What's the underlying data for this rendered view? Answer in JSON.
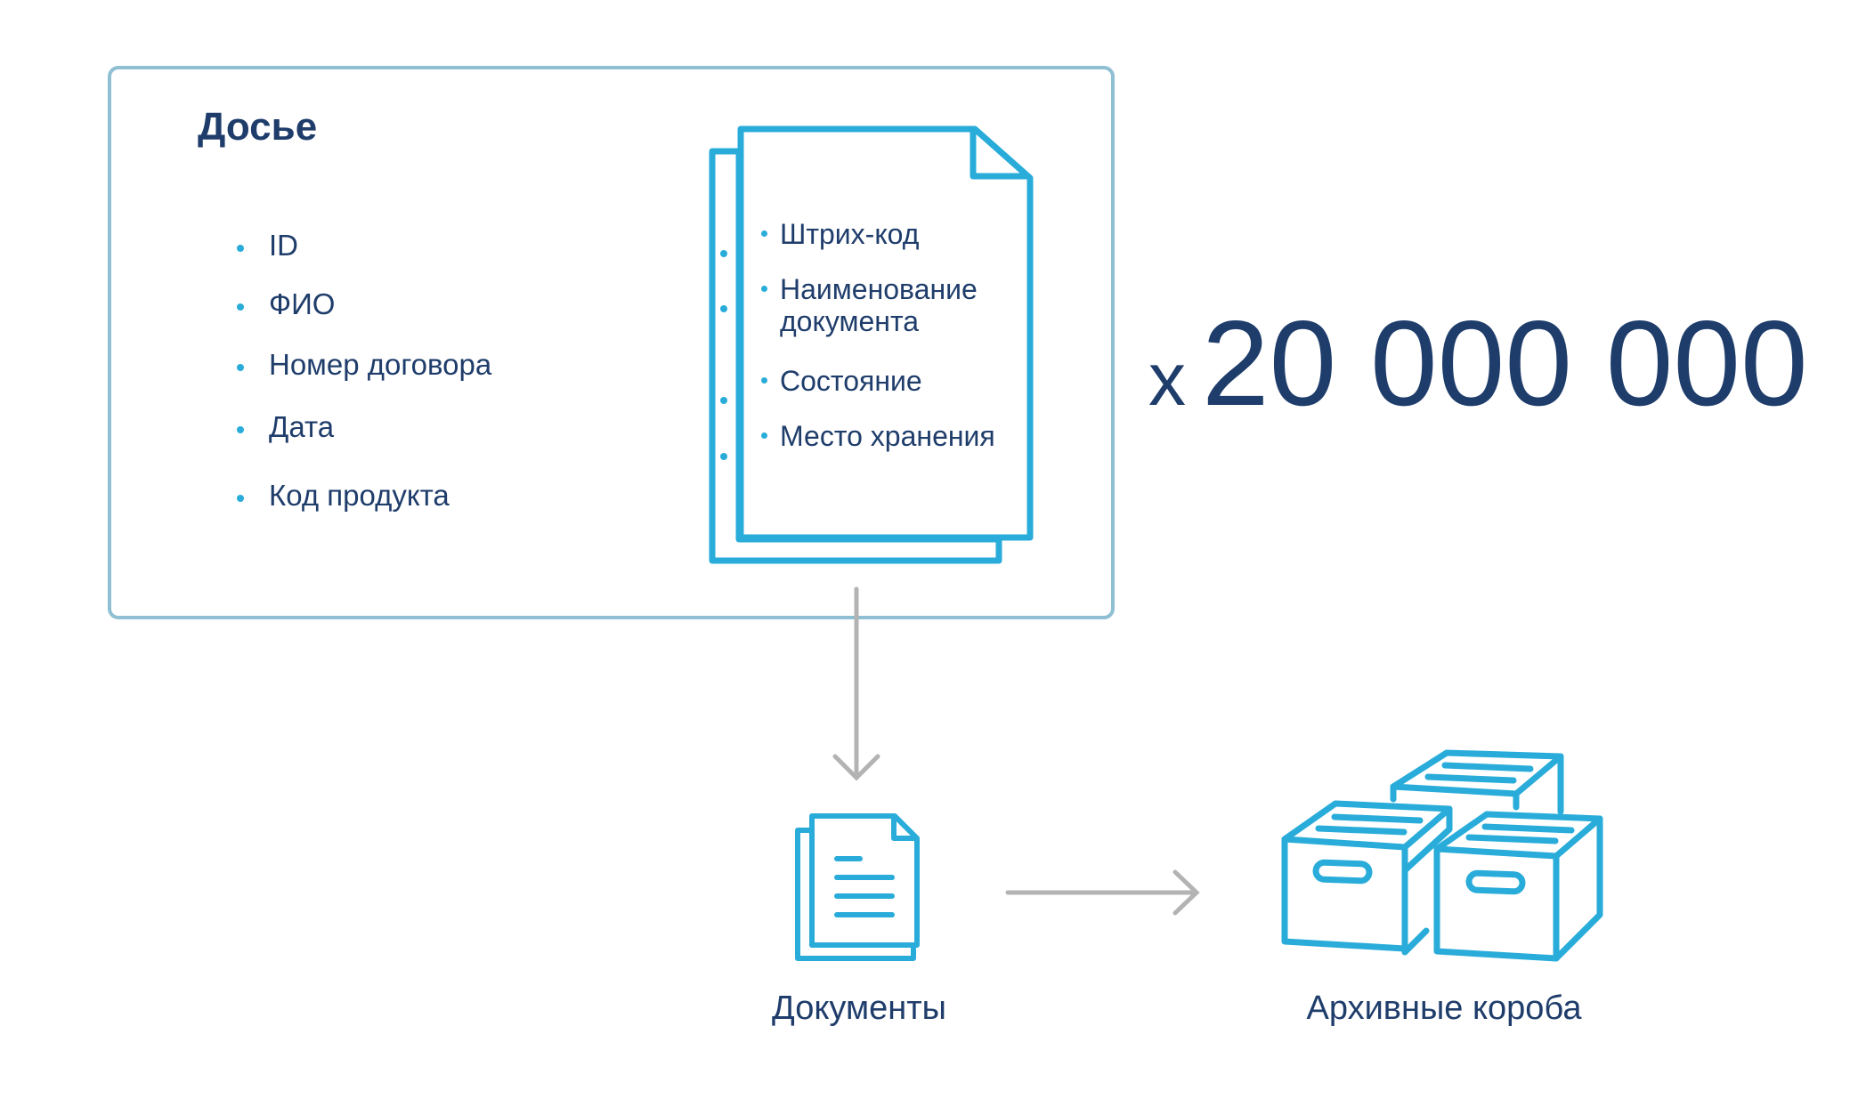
{
  "dossier": {
    "title": "Досье",
    "fields": [
      "ID",
      "ФИО",
      "Номер договора",
      "Дата",
      "Код продукта"
    ]
  },
  "document_card": {
    "fields": [
      "Штрих-код",
      "Наименование документа",
      "Состояние",
      "Место хранения"
    ]
  },
  "multiplier": {
    "prefix": "x",
    "value": "20 000 000"
  },
  "flow": {
    "documents_label": "Документы",
    "boxes_label": "Архивные короба"
  },
  "colors": {
    "accent": "#29acd9",
    "text": "#1f3d6b",
    "frame": "#8fbfd3",
    "arrow": "#b3b3b3"
  }
}
